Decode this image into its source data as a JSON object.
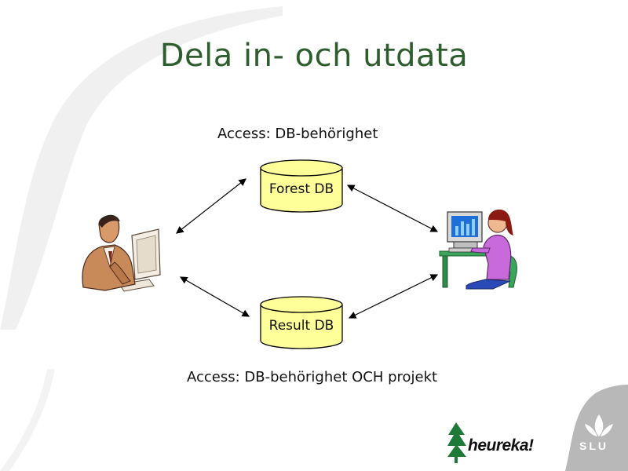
{
  "slide": {
    "title": "Dela in- och utdata"
  },
  "access": {
    "top": "Access: DB-behörighet",
    "bottom": "Access: DB-behörighet OCH projekt"
  },
  "databases": {
    "forest": "Forest DB",
    "result": "Result DB"
  },
  "logos": {
    "heureka": "heureka!",
    "slu": "SLU"
  },
  "colors": {
    "title": "#2e5e2e",
    "db_fill": "#ffff99",
    "logo_green": "#1f7a3a",
    "corner_gray": "#b8b8b8"
  },
  "icons": {
    "left_person": "man-at-computer-icon",
    "right_person": "woman-at-computer-icon"
  }
}
